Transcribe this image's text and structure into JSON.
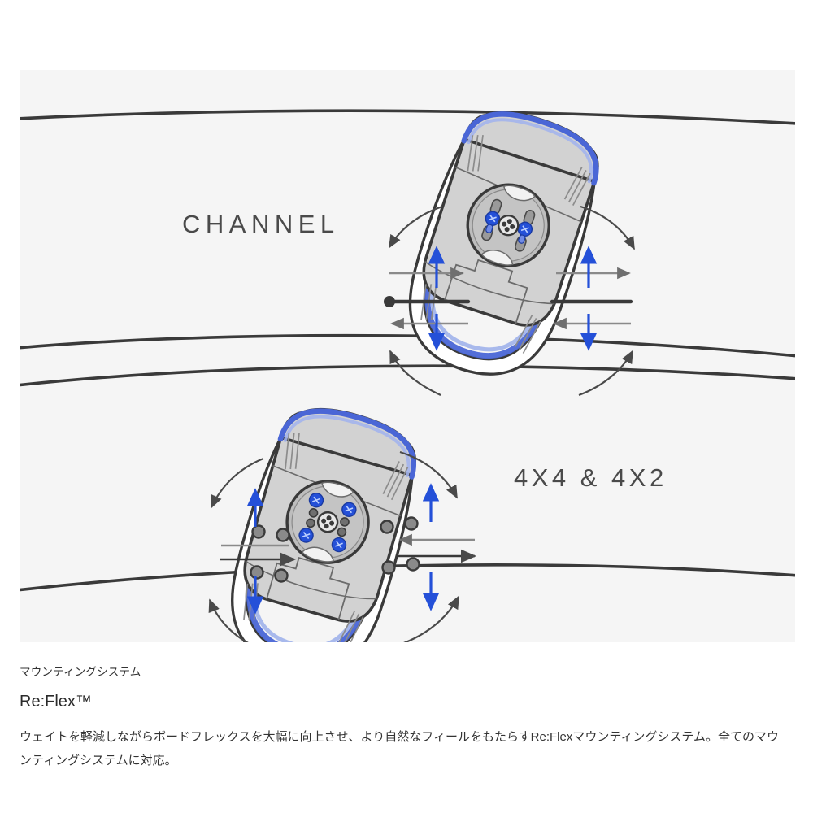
{
  "diagram": {
    "title_alt": "Re:Flex mounting system diagram",
    "labels": {
      "channel": "CHANNEL",
      "four_by_four": "4X4 & 4X2"
    },
    "colors": {
      "panel_background": "#f5f5f5",
      "board_outline": "#3a3a3a",
      "binding_fill": "#d2d2d2",
      "binding_outline": "#3a3a3a",
      "accent_blue": "#3355cc",
      "highlight_blue": "#6a85dd",
      "disc_fill": "#bdbdbd",
      "arrow_gray": "#777777",
      "screw_blue": "#2450d8"
    },
    "annotations": {
      "channel_slider": "channel-slide-rail",
      "vertical_arrows": "vertical-adjust-arrows",
      "horizontal_arrows": "horizontal-adjust-arrows",
      "rotation_arrows": "rotation-adjust-arrows",
      "insert_holes": "insert-hole-pattern"
    }
  },
  "caption": {
    "eyebrow": "マウンティングシステム",
    "title": "Re:Flex™",
    "description": "ウェイトを軽減しながらボードフレックスを大幅に向上させ、より自然なフィールをもたらすRe:Flexマウンティングシステム。全てのマウンティングシステムに対応。"
  }
}
